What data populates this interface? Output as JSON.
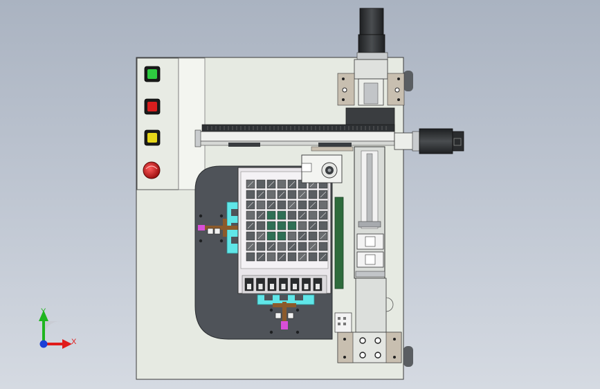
{
  "viewport": {
    "background_top": "#aab3c1",
    "background_bottom": "#d5dae2"
  },
  "colors": {
    "base_plate": "#e6eae2",
    "dark_plate": "#4f5359",
    "steel": "#c9ccce",
    "steel_dark": "#8e9296",
    "motor_black": "#2a2c2e",
    "bracket": "#c8bfb0",
    "cyan_fixture": "#5fe6e8",
    "brown_fixture": "#8b5a2b",
    "magenta_part": "#d84fd8",
    "green_board": "#2e6b3c",
    "tray": "#e9e6ea",
    "tray_cell": "#5b5f63",
    "tray_cell_green": "#2f6f55"
  },
  "control_panel": {
    "buttons": [
      {
        "name": "start-button",
        "color": "#2ecc40",
        "kind": "green"
      },
      {
        "name": "stop-button",
        "color": "#d81e1e",
        "kind": "red"
      },
      {
        "name": "reset-button",
        "color": "#e6d619",
        "kind": "yellow"
      },
      {
        "name": "emergency-stop-button",
        "color": "#cc1a1a",
        "kind": "mushroom"
      }
    ]
  },
  "tray": {
    "rows": 8,
    "cols": 8,
    "green_cells": [
      [
        3,
        2
      ],
      [
        3,
        3
      ],
      [
        4,
        2
      ],
      [
        4,
        3
      ],
      [
        4,
        4
      ],
      [
        5,
        2
      ],
      [
        5,
        3
      ]
    ]
  },
  "triad": {
    "x_label": "X",
    "y_label": "Y",
    "x_color": "#e01b1b",
    "y_color": "#1fb51f",
    "origin_color": "#1b3fd8"
  }
}
